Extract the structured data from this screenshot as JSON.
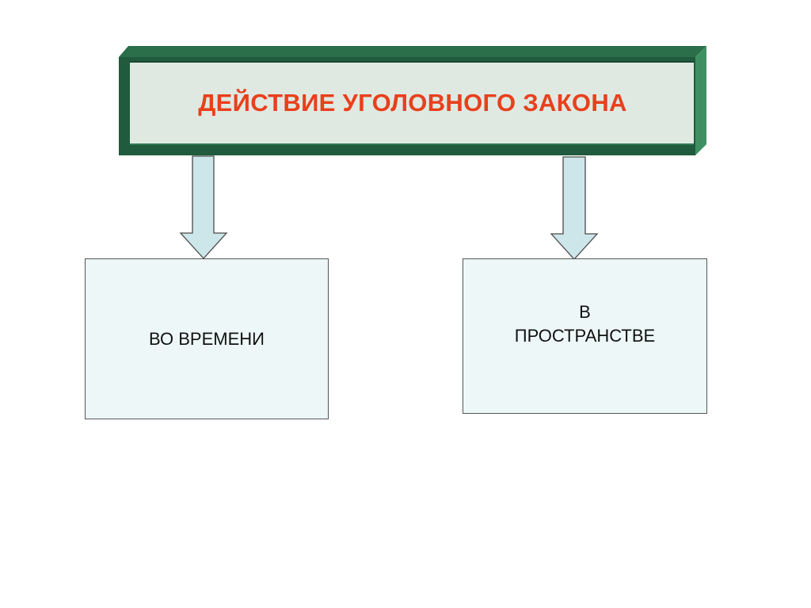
{
  "title": {
    "text": "ДЕЙСТВИЕ УГОЛОВНОГО ЗАКОНА"
  },
  "boxes": [
    {
      "lines": [
        "ВО ВРЕМЕНИ"
      ]
    },
    {
      "lines": [
        "В",
        "ПРОСТРАНСТВЕ"
      ]
    }
  ],
  "colors": {
    "title_text": "#e8401c",
    "frame_dark": "#1f5b3c",
    "frame_mid": "#2f7a52",
    "title_fill": "#dfe9e2",
    "arrow_fill": "#cde6ea",
    "box_fill": "#eef7f7"
  }
}
